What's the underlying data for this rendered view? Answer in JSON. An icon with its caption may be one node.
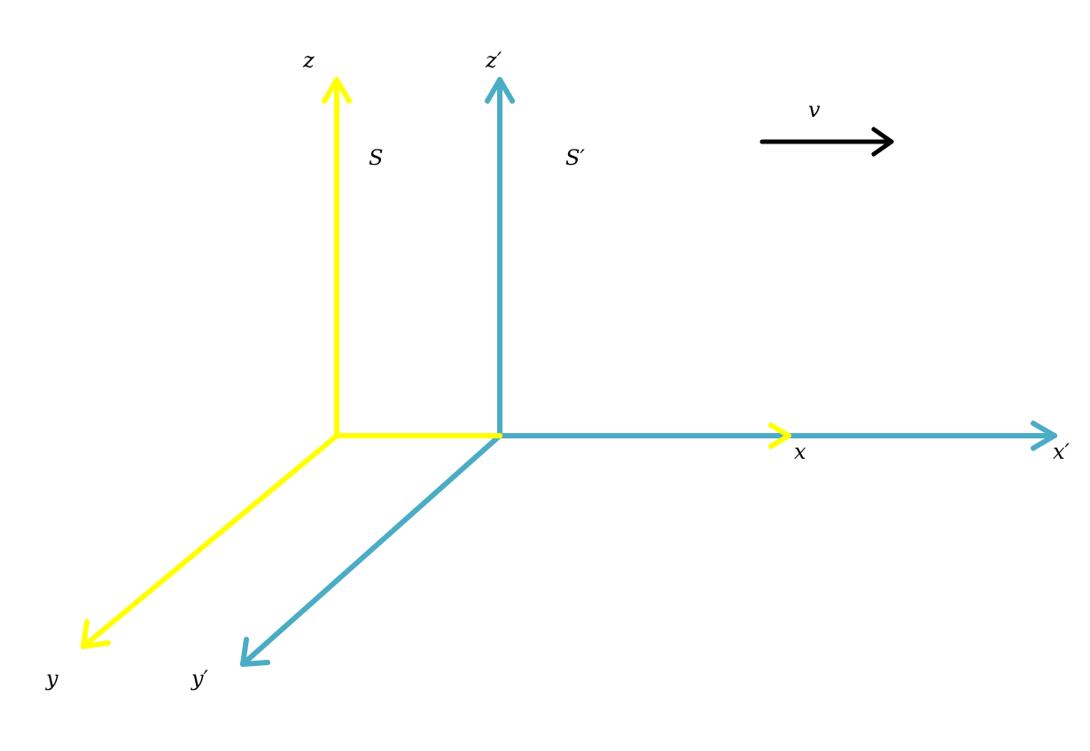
{
  "diagram": {
    "labels": [
      "z",
      "z′",
      "v",
      "S",
      "S′",
      "x",
      "x′",
      "y",
      "y′"
    ]
  }
}
